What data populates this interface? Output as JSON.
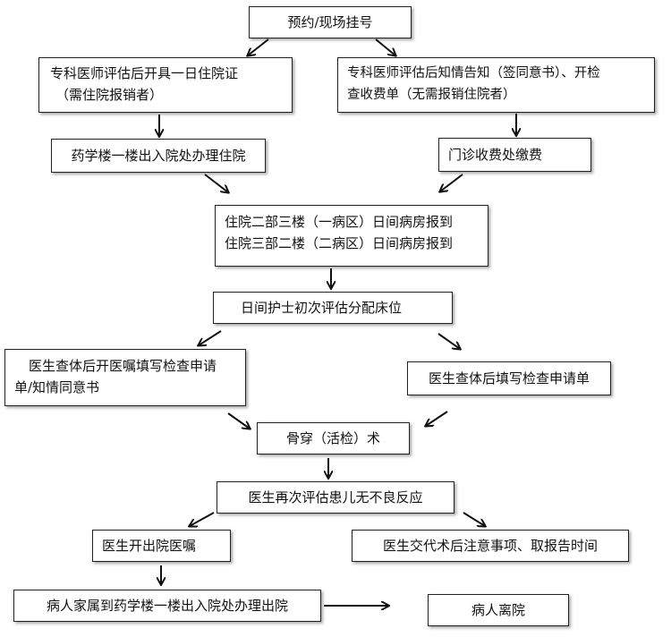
{
  "flowchart": {
    "nodes": {
      "register": {
        "text": "预约/现场挂号"
      },
      "inpatient_cert": {
        "line1": "专科医师评估后开具一日住院证",
        "line2": "（需住院报销者）"
      },
      "consent_fee": {
        "line1": "专科医师评估后知情告知（签同意书）、开检",
        "line2": "查收费单（无需报销住院者）"
      },
      "admission": {
        "text": "药学楼一楼出入院处办理住院"
      },
      "clinic_pay": {
        "text": "门诊收费处缴费"
      },
      "ward_report": {
        "line1": "住院二部三楼（一病区）日间病房报到",
        "line2": "住院三部二楼（二病区）日间病房报到"
      },
      "nurse_bed": {
        "text": "日间护士初次评估分配床位"
      },
      "doctor_orders": {
        "line1": "医生查体后开医嘱填写检查申请",
        "line2": "单/知情同意书"
      },
      "doctor_request": {
        "text": "医生查体后填写检查申请单"
      },
      "procedure": {
        "text": "骨穿（活检）术"
      },
      "reassess": {
        "text": "医生再次评估患儿无不良反应"
      },
      "discharge_order": {
        "text": "医生开出院医嘱"
      },
      "post_op_notes": {
        "text": "医生交代术后注意事项、取报告时间"
      },
      "discharge_process": {
        "text": "病人家属到药学楼一楼出入院处办理出院"
      },
      "leave": {
        "text": "病人离院"
      }
    }
  }
}
